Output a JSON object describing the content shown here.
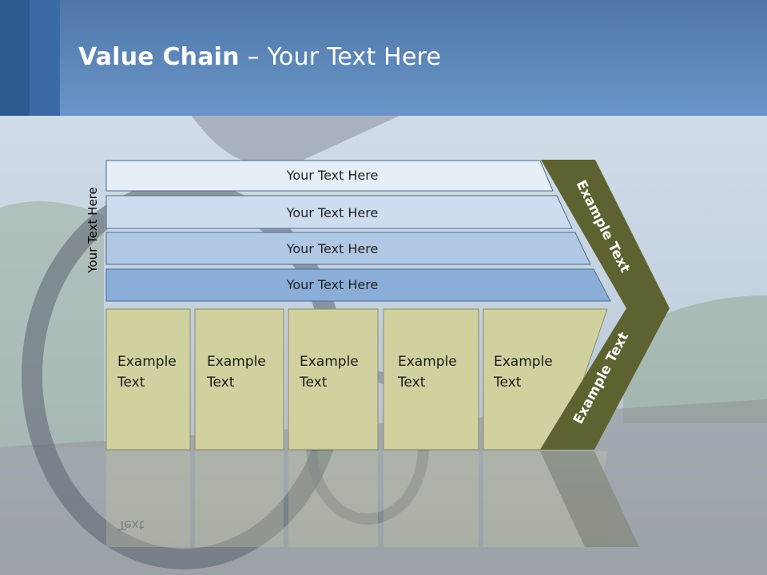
{
  "slide": {
    "title_bold": "Value Chain",
    "title_rest": " – Your Text Here",
    "side_label": "Your Text Here"
  },
  "bands": [
    {
      "label": "Your Text Here",
      "color": "#e6eef7"
    },
    {
      "label": "Your Text Here",
      "color": "#cddcef"
    },
    {
      "label": "Your Text Here",
      "color": "#b0c8e6"
    },
    {
      "label": "Your Text Here",
      "color": "#8aaed8"
    }
  ],
  "boxes": [
    {
      "line1": "Example",
      "line2": "Text"
    },
    {
      "line1": "Example",
      "line2": "Text"
    },
    {
      "line1": "Example",
      "line2": "Text"
    },
    {
      "line1": "Example",
      "line2": "Text"
    },
    {
      "line1": "Example",
      "line2": "Text"
    }
  ],
  "chevrons": {
    "upper_label": "Example Text",
    "lower_label": "Example Text",
    "color": "#5e6231",
    "box_color": "#d1d1a0"
  }
}
